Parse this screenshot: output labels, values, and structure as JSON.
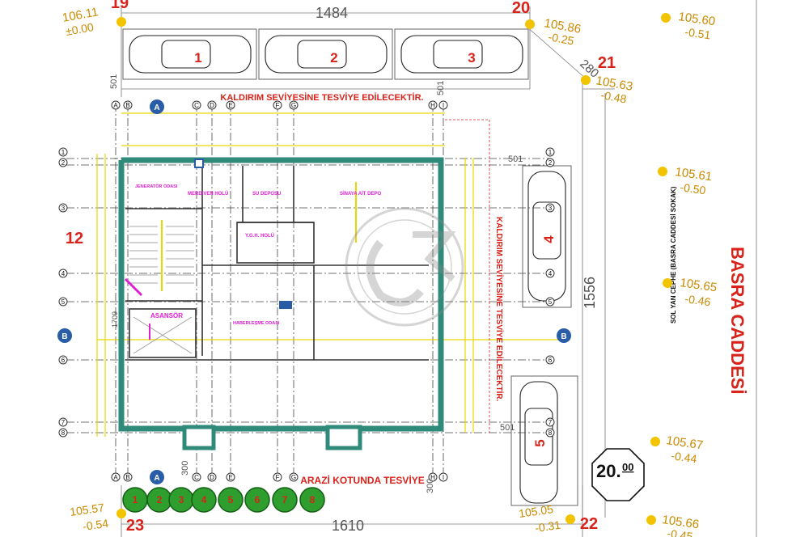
{
  "dimensions": {
    "top_width": "1484",
    "bottom_width": "1610",
    "right_height": "1556",
    "side_small_1": "501",
    "side_small_2": "501",
    "side_small_3": "501",
    "side_small_4": "501",
    "diag": "280",
    "bottom_gap_1": "300",
    "bottom_gap_2": "300",
    "left_height": "1709"
  },
  "notes": {
    "top": "KALDIRIM SEVİYESİNE TESVİYE EDİLECEKTİR.",
    "bottom": "ARAZİ KOTUNDA TESVİYE",
    "right_vertical": "KALDIRIM SEVİYESİNE TESVİYE EDİLECEKTİR.",
    "street": "BASRA CADDESİ",
    "side_facade": "SOL YAN CEPHE (BASRA CADDESİ SOKAK)"
  },
  "scale_badge": {
    "main": "20.",
    "sup": "00"
  },
  "corners": [
    {
      "num": "19",
      "elev": "106.11",
      "diff": "±0.00"
    },
    {
      "num": "20",
      "elev": "105.86",
      "diff": "-0.25"
    },
    {
      "num": "21",
      "elev": "105.63",
      "diff": "-0.48"
    },
    {
      "num": "22",
      "elev": "105.05",
      "diff": "-0.31"
    },
    {
      "num": "23",
      "elev": "105.57",
      "diff": "-0.54"
    }
  ],
  "street_elevations": [
    {
      "elev": "105.60",
      "diff": "-0.51"
    },
    {
      "elev": "105.61",
      "diff": "-0.50"
    },
    {
      "elev": "105.65",
      "diff": "-0.46"
    },
    {
      "elev": "105.67",
      "diff": "-0.44"
    },
    {
      "elev": "105.66",
      "diff": "-0.45"
    }
  ],
  "parking": [
    "1",
    "2",
    "3",
    "4",
    "5"
  ],
  "trees": [
    "1",
    "2",
    "3",
    "4",
    "5",
    "6",
    "7",
    "8"
  ],
  "axes_letters": [
    "A",
    "B",
    "C",
    "D",
    "E",
    "F",
    "G",
    "H",
    "I"
  ],
  "axes_numbers": [
    "1",
    "2",
    "3",
    "4",
    "5",
    "6",
    "7",
    "8"
  ],
  "section_mark": {
    "a": "A",
    "b": "B"
  },
  "label_12": "12",
  "rooms": {
    "jenerator": "JENERATÖR ODASI",
    "merdiven": "MERDİVEN HOLÜ",
    "su": "SU DEPOSU",
    "sinaya": "SİNAYA AİT DEPO",
    "ygh": "Y.G.H. HOLÜ",
    "asansor": "ASANSÖR",
    "haberlesme": "HABERLEŞME ODASI"
  },
  "colors": {
    "wall": "#2f8a7a",
    "red": "#d8231b",
    "elev": "#c98a00",
    "magenta": "#e01fd2"
  }
}
